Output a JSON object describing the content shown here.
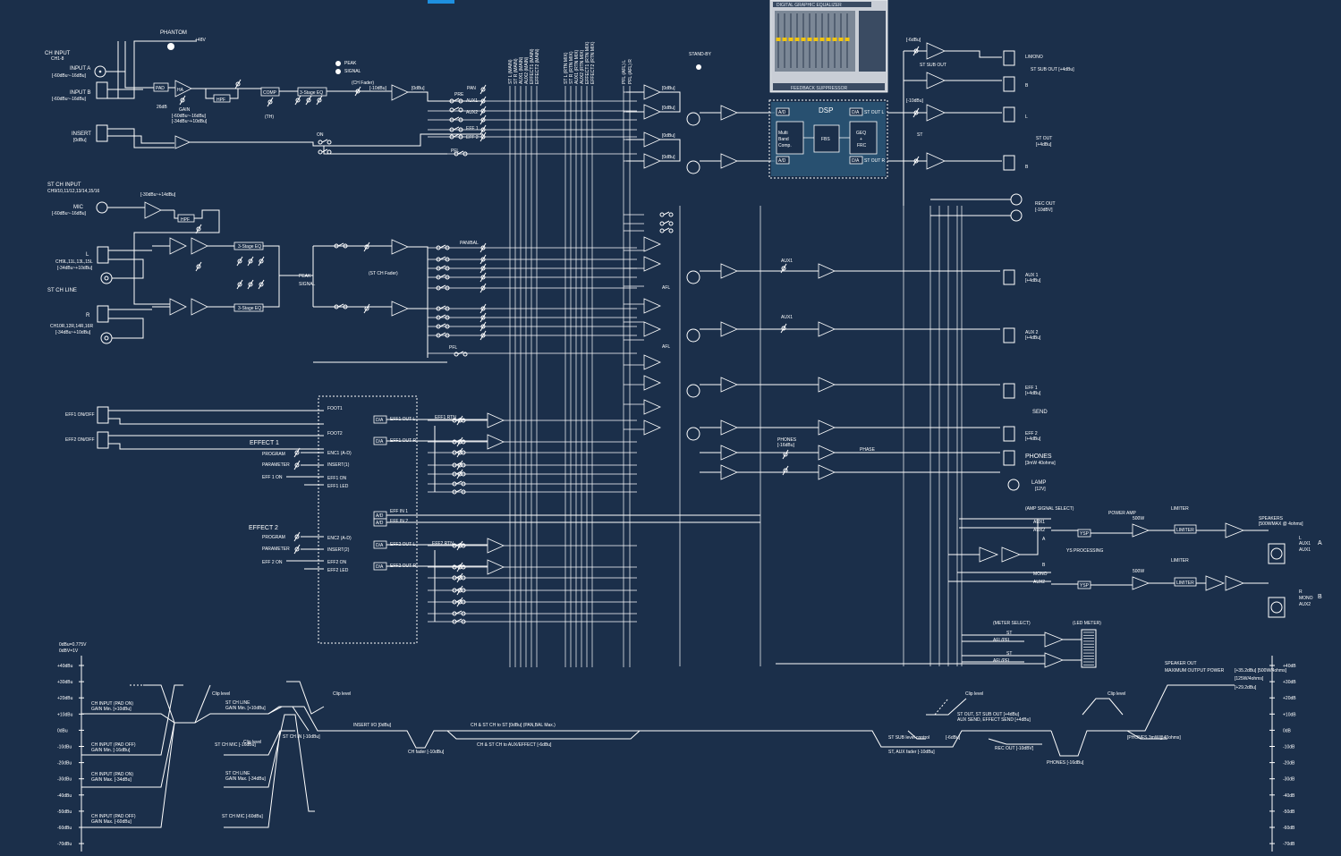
{
  "input_section": {
    "ch_input": "CH INPUT",
    "ch_input_sub": "CH1-8",
    "input_a": "INPUT A",
    "input_a_level": "[-60dBu~-16dBu]",
    "input_b": "INPUT B",
    "input_b_level": "[-60dBu~-16dBu]",
    "insert": "INSERT",
    "insert_level": "[0dBu]",
    "phantom": "PHANTOM",
    "phantom_v": "+48V",
    "pad": "PAD",
    "pad_db": "26dB",
    "gain": "GAIN",
    "gain_range": "[-60dBu~-16dBu]",
    "gain_range2": "[-34dBu~+10dBu]",
    "hpf": "HPF",
    "comp": "COMP",
    "comp_th": "(TH)",
    "eq3": "3-Stage EQ",
    "peak": "PEAK",
    "signal": "SIGNAL",
    "ch_fader": "(CH Fader)",
    "on": "ON",
    "pan": "PAN",
    "pre": "PRE",
    "aux1": "AUX1",
    "aux2": "AUX2",
    "eff1": "EFF 1",
    "eff2": "EFF 2",
    "pfl": "PFL",
    "lvl_0": "[0dBu]",
    "lvl_m4": "[-4dBu]",
    "lvl_m10": "[-10dBu]"
  },
  "st_ch": {
    "st_ch_input": "ST CH INPUT",
    "st_ch_channels": "CH9/10,11/12,13/14,15/16",
    "mic": "MIC",
    "mic_level": "[-60dBu~-16dBu]",
    "mic_range": "[-30dBu~+14dBu]",
    "l": "L",
    "l_ch": "CH9L,11L,13L,15L",
    "l_level": "[-34dBu~+10dBu]",
    "st_ch_line": "ST CH LINE",
    "r": "R",
    "r_ch": "CH10R,12R,14R,16R",
    "r_level": "[-34dBu~+10dBu]",
    "st_ch_fader": "(ST CH Fader)",
    "pan_bal": "PAN/BAL"
  },
  "effect": {
    "eff1_onoff": "EFF1 ON/OFF",
    "eff2_onoff": "EFF2 ON/OFF",
    "effect1": "EFFECT 1",
    "effect2": "EFFECT 2",
    "program": "PROGRAM",
    "parameter": "PARAMETER",
    "eff1_on": "EFF 1 ON",
    "eff2_on": "EFF 2 ON",
    "foot1": "FOOT1",
    "foot2": "FOOT2",
    "enc1": "ENC1 (A-D)",
    "insert1": "INSERT(1)",
    "eff1_on_sig": "EFF1 ON",
    "eff1_led": "EFF1 LED",
    "enc2": "ENC2 (A-D)",
    "insert2": "INSERT(2)",
    "eff2_on_sig": "EFF2 ON",
    "eff2_led": "EFF2 LED",
    "eff1_out_l": "EFF1 OUT L",
    "eff1_out_r": "EFF1 OUT R",
    "eff2_out_l": "EFF2 OUT L",
    "eff2_out_r": "EFF2 OUT R",
    "eff_in_1": "EFF IN 1",
    "eff_in_2": "EFF IN 2",
    "eff1_rtn": "EFF1 RTN",
    "eff2_rtn": "EFF2 RTN",
    "da": "D/A",
    "ad": "A/D"
  },
  "buses": [
    "ST L (MAIN)",
    "ST R (MAIN)",
    "AUX1 (MAIN)",
    "AUX2 (MAIN)",
    "EFFECT1 (MAIN)",
    "EFFECT2 (MAIN)",
    "ST L (RTN MIX)",
    "ST R (RTN MIX)",
    "AUX1 (RTN MIX)",
    "AUX2 (RTN MIX)",
    "EFFECT1 (RTN MIX)",
    "EFFECT2 (RTN MIX)",
    "PFL (AFL) L",
    "PFL (AFL) R"
  ],
  "dsp": {
    "title": "DSP",
    "multiband": "Multi Band Comp.",
    "fbs": "FBS",
    "geq": "GEQ + FRC",
    "st_out_l": "ST OUT L",
    "st_out_r": "ST OUT R",
    "stand_by": "STAND-BY",
    "geq_title": "DIGITAL GRAPHIC EQUALIZER",
    "feedback": "FEEDBACK SUPPRESSOR"
  },
  "outputs": {
    "st_sub_out": "ST SUB OUT",
    "l_mono": "L/MONO",
    "st_sub_out_level": "ST SUB OUT [+4dBu]",
    "st_out": "ST OUT",
    "st_out_level": "[+4dBu]",
    "rec_out": "REC OUT",
    "rec_out_level": "[-10dBV]",
    "aux1": "AUX 1",
    "aux2": "AUX 2",
    "eff1": "EFF 1",
    "eff2": "EFF 2",
    "out_level": "[+4dBu]",
    "send": "SEND",
    "phones": "PHONES",
    "phones_spec": "[3mW 40ohms]",
    "lamp": "LAMP",
    "lamp_v": "[12V]",
    "phase": "PHASE",
    "st": "ST",
    "afl": "AFL",
    "m6": "[-6dBu]",
    "m10": "[-10dBu]",
    "phones_level": "[-16dBu]"
  },
  "power": {
    "amp_signal_select": "(AMP SIGNAL SELECT)",
    "power_amp": "POWER AMP",
    "limiter": "LIMITER",
    "ys_processing": "YS PROCESSING",
    "speakers": "SPEAKERS",
    "speakers_spec": "[500WMAX @ 4ohms]",
    "a": "A",
    "b": "B",
    "mono": "MONO",
    "aux1": "AUX1",
    "aux2": "AUX2",
    "ysp": "YSP",
    "w500": "500W",
    "meter_select": "(METER SELECT)",
    "led_meter": "(LED METER)",
    "afl_pfl": "AFL/PFL"
  },
  "level_diagram": {
    "ref1": "0dBu=0.775V",
    "ref2": "0dBV=1V",
    "left_ticks": [
      "+40dBu",
      "+30dBu",
      "+20dBu",
      "+10dBu",
      "0dBu",
      "-10dBu",
      "-20dBu",
      "-30dBu",
      "-40dBu",
      "-50dBu",
      "-60dBu",
      "-70dBu"
    ],
    "right_ticks": [
      "+40dB",
      "+30dB",
      "+20dB",
      "+10dB",
      "0dB",
      "-10dB",
      "-20dB",
      "-30dB",
      "-40dB",
      "-50dB",
      "-60dB",
      "-70dB"
    ],
    "labels": {
      "ch_pad_on_min": "CH INPUT (PAD ON) GAIN Min. [+10dBu]",
      "ch_pad_off_min": "CH INPUT (PAD OFF) GAIN Min. [-16dBu]",
      "ch_pad_on_max": "CH INPUT (PAD ON) GAIN Max. [-34dBu]",
      "ch_pad_off_max": "CH INPUT (PAD OFF) GAIN Max. [-60dBu]",
      "st_line_min": "ST CH LINE GAIN Min. [+10dBu]",
      "st_mic_min": "ST CH MIC [-16dBu]",
      "st_line_max": "ST CH LINE GAIN Max. [-34dBu]",
      "st_mic_max": "ST CH MIC [-60dBu]",
      "st_ch_in": "ST CH IN [-10dBu]",
      "clip1": "Clip level",
      "clip2": "Clip level",
      "clip3": "Clip level",
      "clip4": "Clip level",
      "clip5": "Clip level",
      "insert_io": "INSERT I/O [0dBu]",
      "ch_fader": "CH fader [-10dBu]",
      "ch_to_st": "CH & ST CH to ST [0dBu] (PAN,BAL Max.)",
      "ch_to_aux": "CH & ST CH to AUX/EFFECT [-6dBu]",
      "st_sub_ctrl": "ST SUB level control",
      "m6": "[-6dBu]",
      "st_aux_fader": "ST, AUX fader [-10dBu]",
      "st_out": "ST OUT, ST SUB OUT [+4dBu]",
      "aux_send": "AUX SEND, EFFECT SEND [+4dBu]",
      "rec_out": "REC OUT [-10dBV]",
      "phones": "PHONES [-16dBu]",
      "phones_spec": "[PHONES 3mW@40ohms]",
      "speaker_out": "SPEAKER OUT",
      "max_power": "MAXIMUM OUTPUT POWER",
      "p1": "[+35.2dBu] [500W/4ohms]",
      "p2": "[125W/4ohms]",
      "p3": "[+29.2dBu]"
    }
  }
}
